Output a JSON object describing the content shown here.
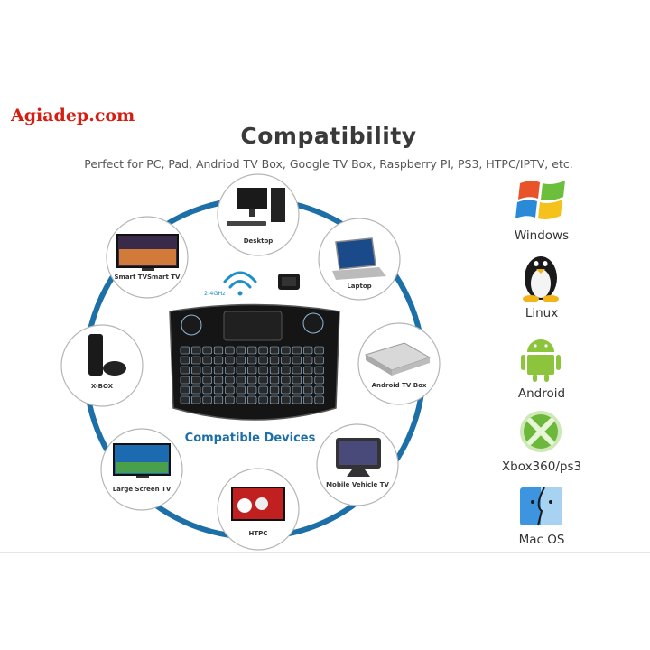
{
  "watermark": "Agiadep.com",
  "title": "Compatibility",
  "subtitle": "Perfect for PC, Pad, Andriod TV Box, Google TV Box, Raspberry PI, PS3, HTPC/IPTV, etc.",
  "devices": {
    "desktop": "Desktop",
    "smart_tv": "Smart TVSmart TV",
    "laptop": "Laptop",
    "xbox": "X-BOX",
    "android_box": "Android TV Box",
    "large_tv": "Large Screen TV",
    "vehicle_tv": "Mobile Vehicle TV",
    "htpc": "HTPC"
  },
  "keyboard": {
    "frequency": "2.4GHz",
    "caption": "Compatible Devices"
  },
  "os_list": [
    "Windows",
    "Linux",
    "Android",
    "Xbox360/ps3",
    "Mac OS"
  ],
  "colors": {
    "watermark": "#d51d12",
    "ring": "#1d6fa8",
    "caption": "#1d6fa8"
  }
}
